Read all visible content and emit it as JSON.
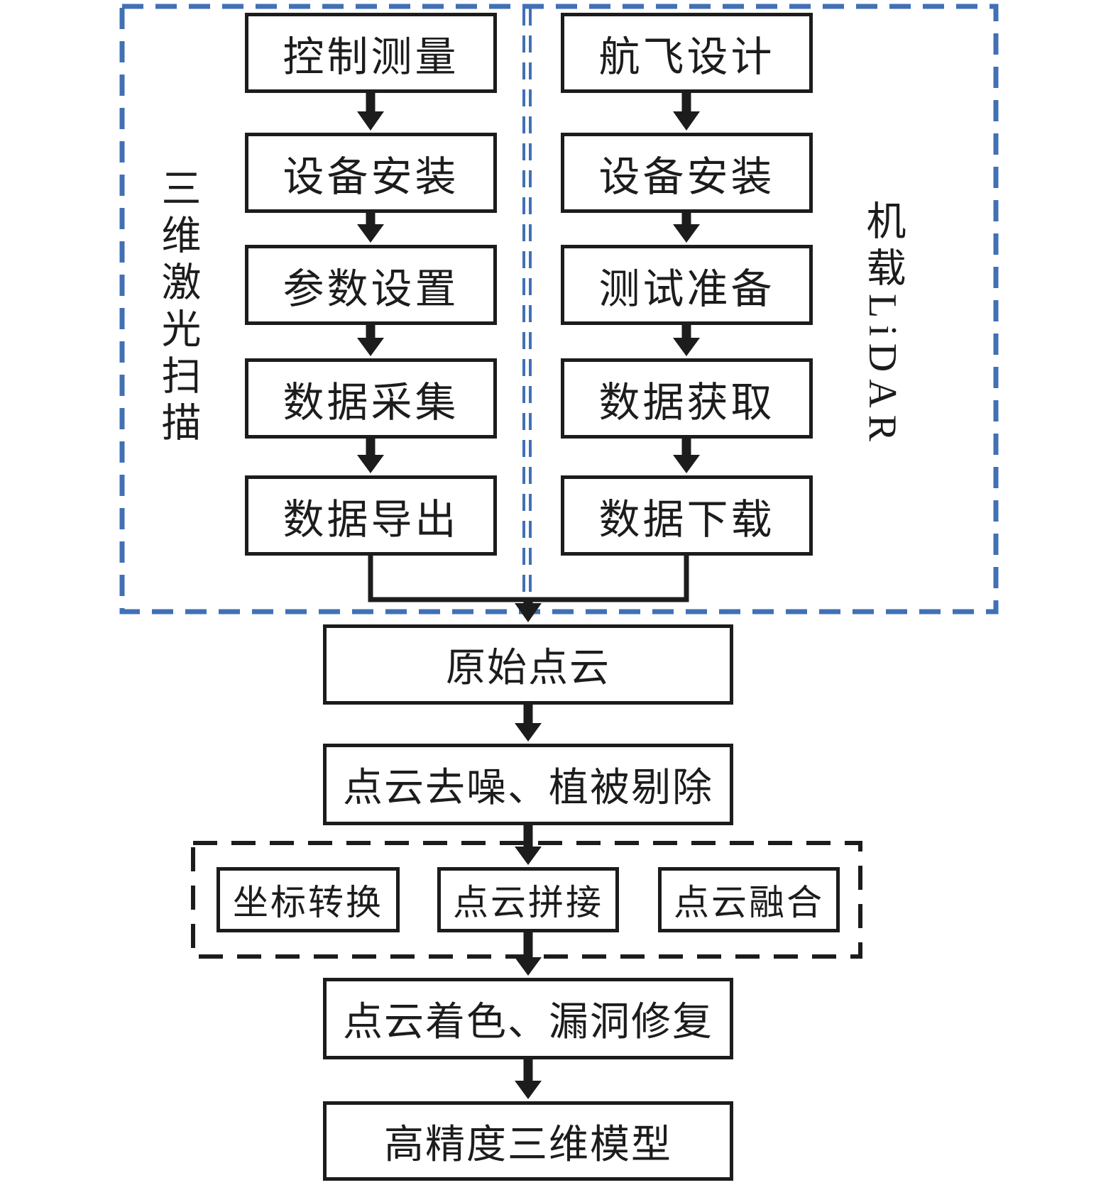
{
  "left_group": {
    "label": "三维激光扫描",
    "steps": [
      "控制测量",
      "设备安装",
      "参数设置",
      "数据采集",
      "数据导出"
    ]
  },
  "right_group": {
    "label": "机载LiDAR",
    "steps": [
      "航飞设计",
      "设备安装",
      "测试准备",
      "数据获取",
      "数据下载"
    ]
  },
  "main_flow": {
    "raw_point_cloud": "原始点云",
    "denoise_vegetation": "点云去噪、植被剔除",
    "coloring_hole_repair": "点云着色、漏洞修复",
    "final_model": "高精度三维模型"
  },
  "processing_group": {
    "steps": [
      "坐标转换",
      "点云拼接",
      "点云融合"
    ]
  },
  "colors": {
    "dashed_border_blue": "#4170B4",
    "ink_black": "#1C1C1C"
  }
}
